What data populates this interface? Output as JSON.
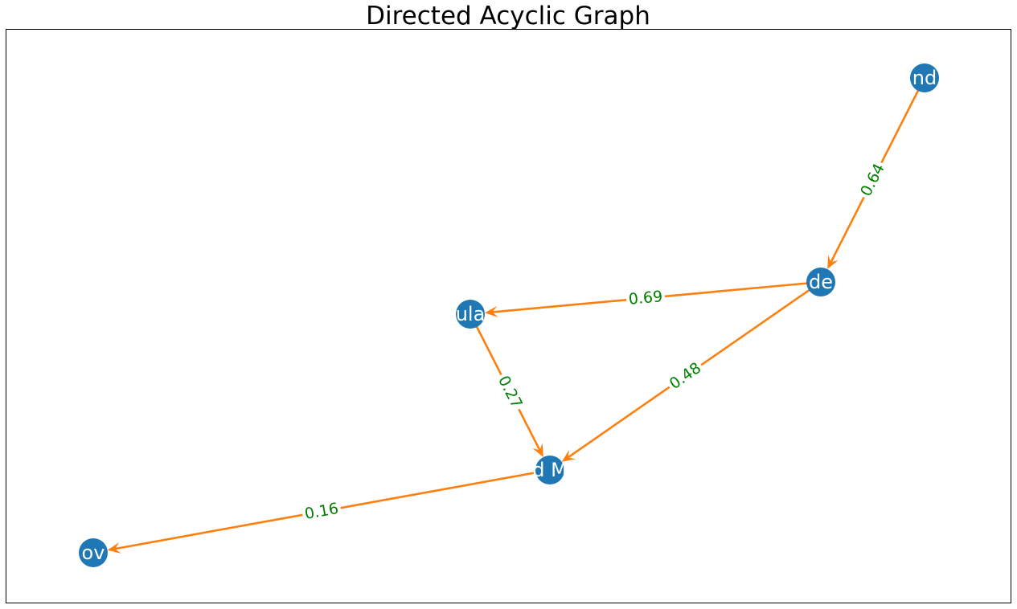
{
  "title": "Directed Acyclic Graph",
  "colors": {
    "node": "#1f77b4",
    "edge": "#ff7f0e",
    "edge_label": "#008000",
    "node_label": "#ffffff",
    "frame": "#000000"
  },
  "nodes": [
    {
      "id": "n_top",
      "label": "nd"
    },
    {
      "id": "n_right",
      "label": "de"
    },
    {
      "id": "n_mid_left",
      "label": "ula"
    },
    {
      "id": "n_center",
      "label": "d M"
    },
    {
      "id": "n_bottom",
      "label": "ov"
    }
  ],
  "edges": [
    {
      "source": "n_top",
      "target": "n_right",
      "weight": "0.64"
    },
    {
      "source": "n_right",
      "target": "n_mid_left",
      "weight": "0.69"
    },
    {
      "source": "n_right",
      "target": "n_center",
      "weight": "0.48"
    },
    {
      "source": "n_mid_left",
      "target": "n_center",
      "weight": "0.27"
    },
    {
      "source": "n_center",
      "target": "n_bottom",
      "weight": "0.16"
    }
  ]
}
